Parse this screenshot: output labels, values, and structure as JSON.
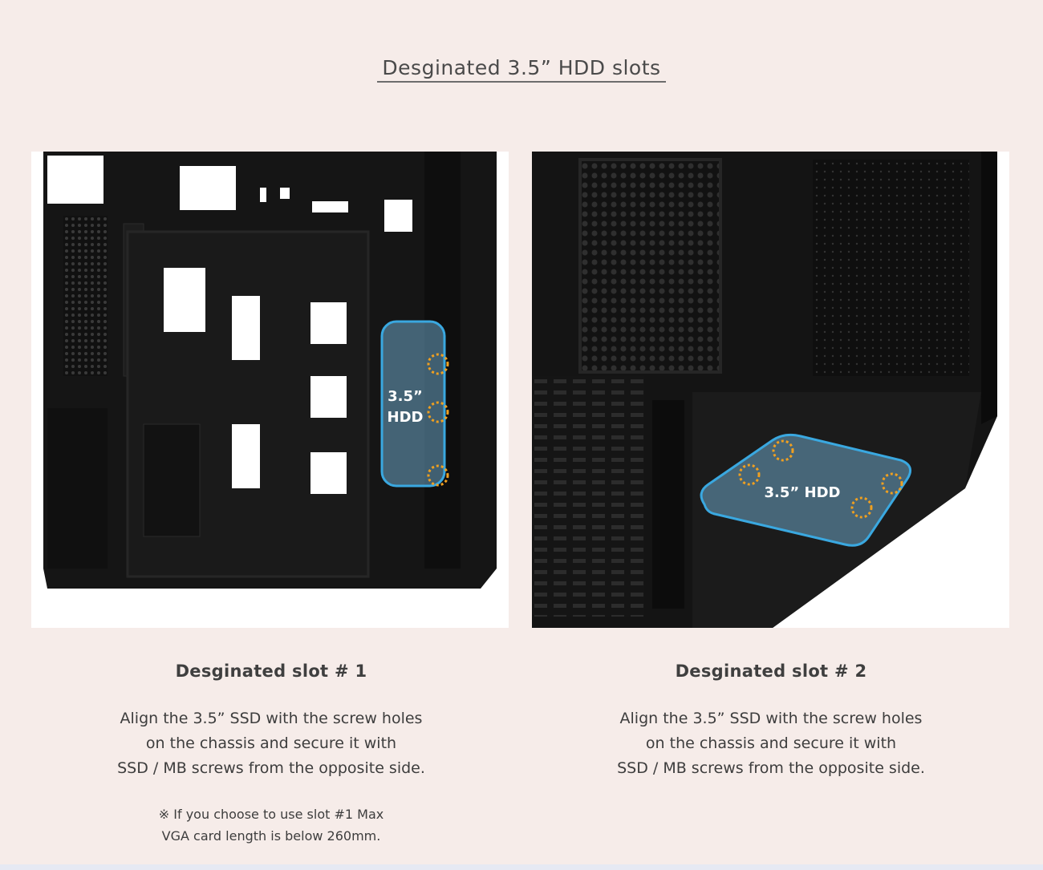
{
  "title": "Desginated 3.5” HDD slots",
  "colors": {
    "background": "#f6ece9",
    "chassis": "#141414",
    "highlight_outline": "#3aa8e0",
    "highlight_fill": "#7fc4ea",
    "screw_marker": "#f0a020"
  },
  "slots": [
    {
      "photo_label_line1": "3.5”",
      "photo_label_line2": "HDD",
      "heading": "Desginated slot # 1",
      "description": [
        "Align the 3.5” SSD with the screw holes",
        "on the chassis and secure it with",
        "SSD / MB screws from the opposite side."
      ],
      "note": [
        "※ If you choose to use slot #1 Max",
        "VGA card length is below 260mm."
      ]
    },
    {
      "photo_label": "3.5”  HDD",
      "heading": "Desginated slot # 2",
      "description": [
        "Align the 3.5” SSD with the screw holes",
        "on the chassis and secure it with",
        "SSD / MB screws from the opposite side."
      ]
    }
  ]
}
